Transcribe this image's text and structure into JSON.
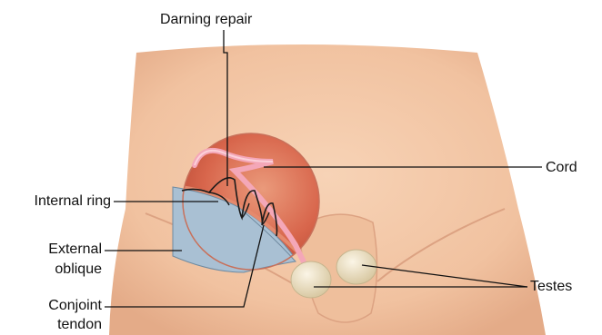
{
  "figure": {
    "labels": {
      "darning_repair": "Darning repair",
      "cord": "Cord",
      "internal_ring": "Internal ring",
      "external_oblique_line1": "External",
      "external_oblique_line2": "oblique",
      "conjoint_tendon_line1": "Conjoint",
      "conjoint_tendon_line2": "tendon",
      "testes": "Testes"
    },
    "colors": {
      "skin": "#f3c7a4",
      "skin_shadow": "#e0a987",
      "muscle": "#cf5b42",
      "muscle_light": "#e58a6d",
      "external_oblique": "#a9c0d3",
      "cord": "#f4a7b8",
      "testes": "#efe4c9",
      "leader_line": "#111111"
    }
  }
}
